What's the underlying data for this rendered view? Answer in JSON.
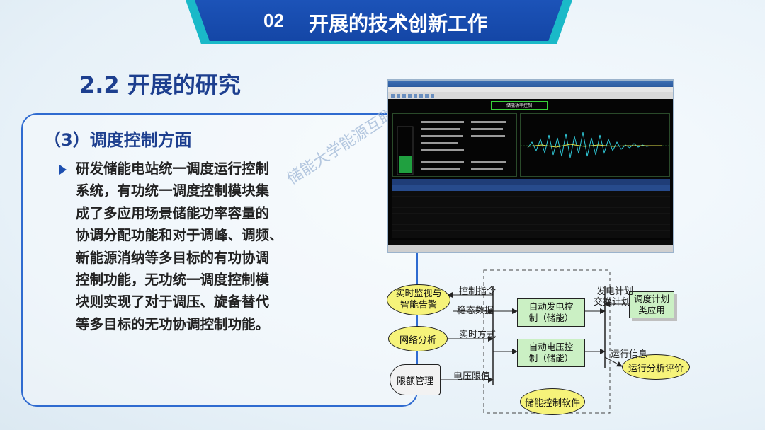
{
  "header": {
    "number": "02",
    "title": "开展的技术创新工作"
  },
  "section_title": "2.2 开展的研究",
  "subsection_title": "（3）调度控制方面",
  "bullet_lines": [
    "研发储能电站统一调度运行控制",
    "系统，有功统一调度控制模块集",
    "成了多应用场景储能功率容量的",
    "协调分配功能和对于调峰、调频、",
    "新能源消纳等多目标的有功协调",
    "控制功能，无功统一调度控制模",
    "块则实现了对于调压、旋备替代",
    "等多目标的无功协调控制功能。"
  ],
  "watermark": "储能大学能源互联网",
  "screenshot": {
    "header": "储能功率控制"
  },
  "diagram": {
    "nodes": {
      "realtime_monitor": "实时监视与智能告警",
      "network_analysis": "网络分析",
      "limit_management": "限额管理",
      "agc": "自动发电控制（储能）",
      "avc": "自动电压控制（储能）",
      "storage_software": "储能控制软件",
      "schedule_app": "调度计划类应用",
      "ops_evaluation": "运行分析评价"
    },
    "labels": {
      "control_cmd": "控制指令",
      "steady_data": "稳态数据",
      "realtime_mode": "实时方式",
      "voltage_limit": "电压限值",
      "gen_plan": "发电计划",
      "exchange_plan": "交换计划",
      "run_info": "运行信息"
    }
  }
}
